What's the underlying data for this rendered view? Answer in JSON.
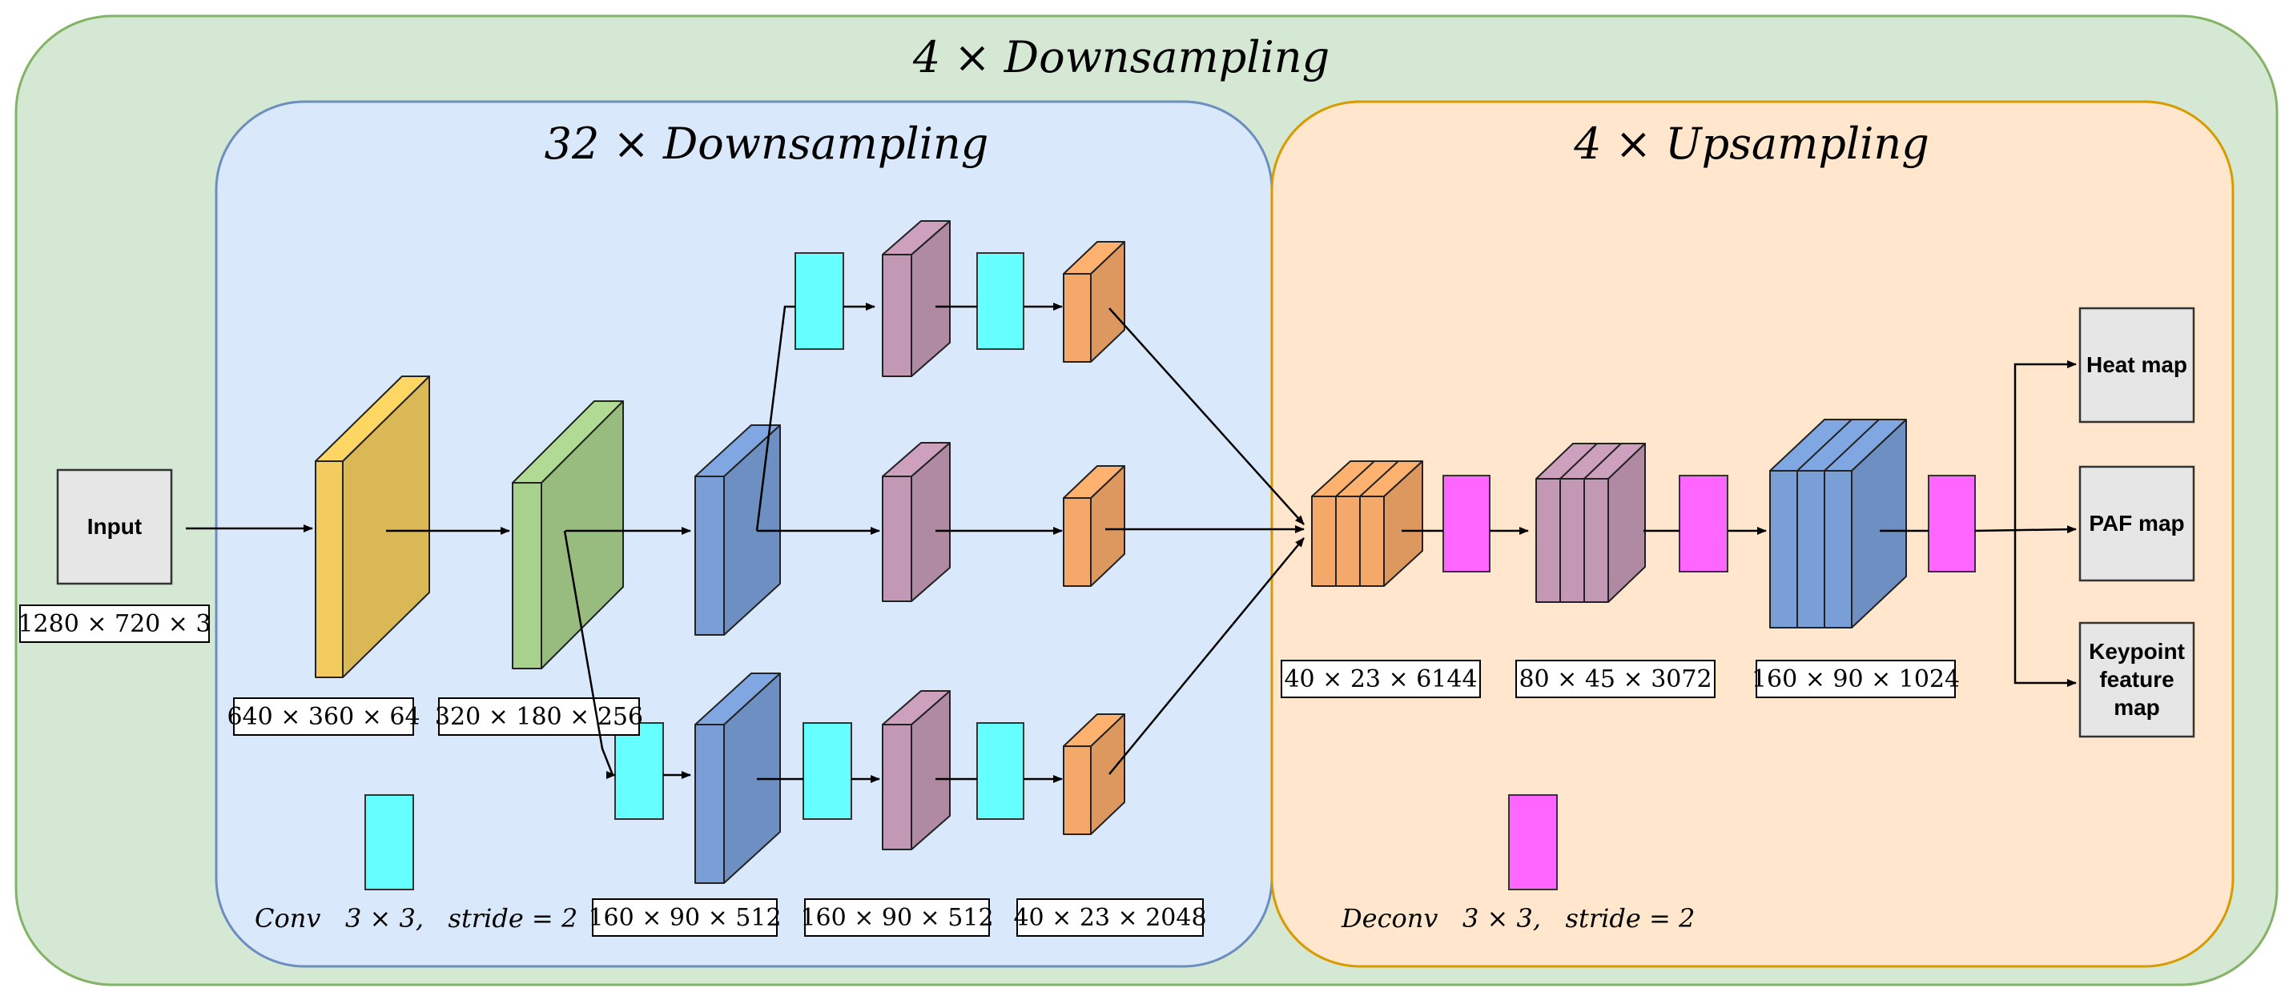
{
  "titles": {
    "outer": "4 × Downsampling",
    "downsample": "32 × Downsampling",
    "upsample": "4 × Upsampling"
  },
  "input": {
    "label": "Input",
    "dims": "1280 × 720 × 3"
  },
  "dims": {
    "yellow": "640 × 360 × 64",
    "green": "320 × 180 × 256",
    "blue_bottom": "160 × 90 × 512",
    "purple_bottom": "160 × 90 × 512",
    "orange_bottom": "40 × 23 × 2048",
    "concat_orange": "40 × 23 × 6144",
    "concat_purple": "80 × 45 × 3072",
    "concat_blue": "160 × 90 × 1024"
  },
  "legend": {
    "conv": "Conv   3 × 3,   stride = 2",
    "deconv": "Deconv   3 × 3,   stride = 2"
  },
  "outputs": {
    "heat": [
      "Heat map"
    ],
    "paf": [
      "PAF map"
    ],
    "keypoint": [
      "Keypoint",
      "feature",
      "map"
    ]
  },
  "colors": {
    "outer_bg": "#d5e8d4",
    "outer_border": "#82b366",
    "down_bg": "#dae8fc",
    "down_border": "#6c8ebf",
    "up_bg": "#ffe6cc",
    "up_border": "#d79b00",
    "conv": "#66ffff",
    "deconv": "#ff66ff",
    "yellow": "#f2cc5e",
    "green": "#a9d18e",
    "blue": "#7a9fd6",
    "purple": "#c398b4",
    "orange": "#f4a96a",
    "gray_box": "#e6e6e6"
  }
}
